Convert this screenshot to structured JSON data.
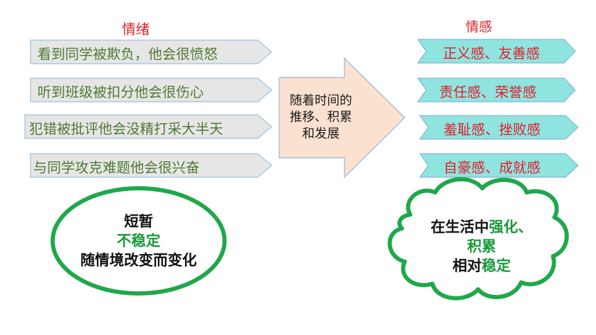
{
  "emotion": {
    "heading": "情绪",
    "items": [
      "看到同学被欺负，他会很愤怒",
      "听到班级被扣分他会很伤心",
      "犯错被批评他会没精打采大半天",
      "与同学攻克难题他会很兴奋"
    ],
    "traits": {
      "line1": "短暂",
      "line2": "不稳定",
      "line3": "随情境改变而变化"
    }
  },
  "transition": {
    "line1": "随着时间的",
    "line2": "推移、积累",
    "line3": "和发展"
  },
  "feeling": {
    "heading": "情感",
    "items": [
      "正义感、友善感",
      "责任感、荣誉感",
      "羞耻感、挫败感",
      "自豪感、成就感"
    ],
    "traits": {
      "line1_a": "在生活中",
      "line1_b": "强化、",
      "line2": "积累",
      "line3_a": "相对",
      "line3_b": "稳定"
    }
  },
  "colors": {
    "red": "#e0202a",
    "olive_green": "#4f7a33",
    "bright_green": "#1a9a3a",
    "gray_pentagon": "#e6e6e6",
    "teal_pentagon": "#8fe4e0",
    "arrow_fill": "#fbe1d0",
    "shape_border": "#1fa84a"
  }
}
